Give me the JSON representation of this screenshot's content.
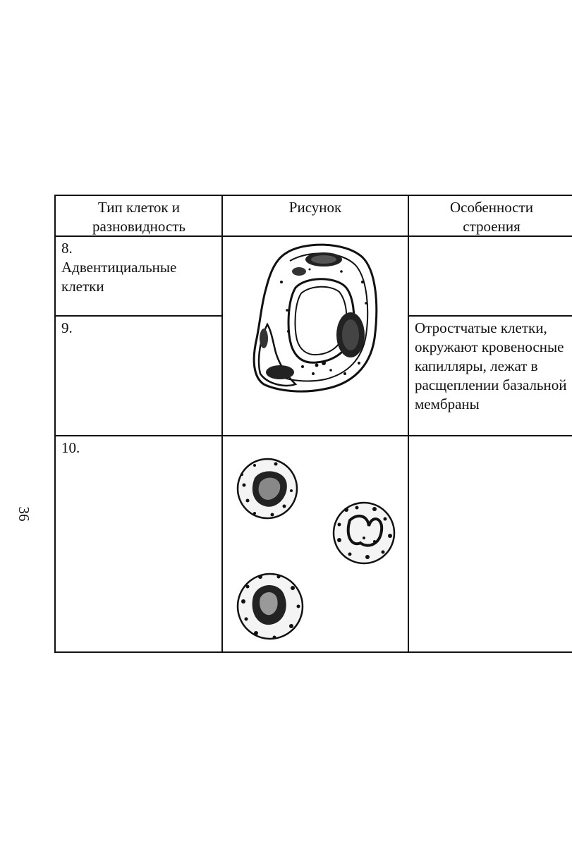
{
  "page_number": "36",
  "table": {
    "headers": [
      "Тип клеток и разновидность",
      "Рисунок",
      "Особенности строения"
    ],
    "rows": [
      {
        "number": "8.",
        "type": "Адвентициальные клетки",
        "features": ""
      },
      {
        "number": "9.",
        "type": "",
        "features": "Отростчатые клетки, окружают кровеносные капилляры, лежат в расщеплении базальной мембраны"
      },
      {
        "number": "10.",
        "type": "",
        "features": ""
      }
    ]
  },
  "figures": {
    "capillary": "capillary-pericyte-illustration",
    "granulocytes": "granulocyte-cells-illustration"
  }
}
